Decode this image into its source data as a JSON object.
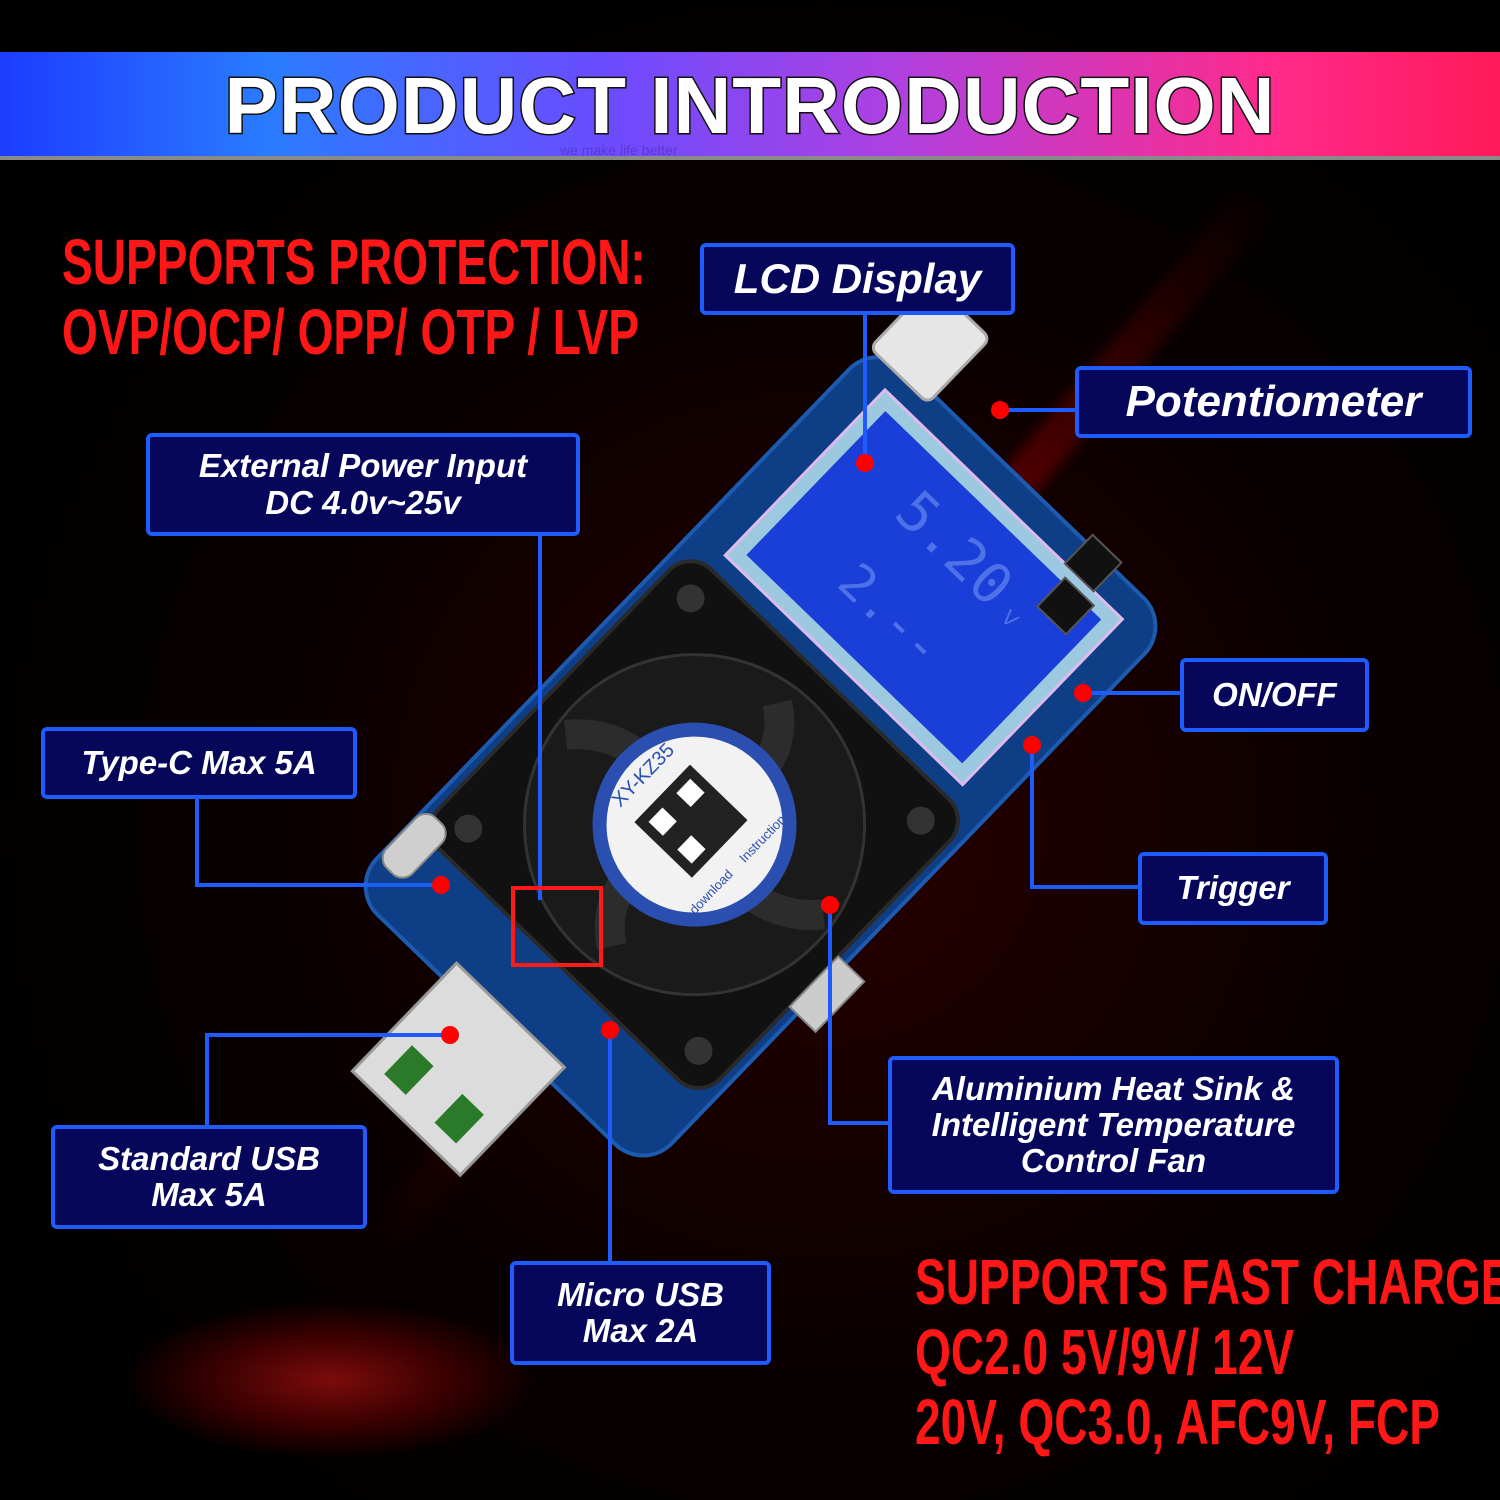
{
  "header": {
    "title": "PRODUCT INTRODUCTION",
    "subtitle": "we make life better"
  },
  "protection": {
    "line1": "SUPPORTS PROTECTION:",
    "line2": "OVP/OCP/ OPP/ OTP / LVP"
  },
  "fast_charge": {
    "line1": "SUPPORTS FAST CHARGE:",
    "line2": "QC2.0 5V/9V/ 12V",
    "line3": "20V, QC3.0,  AFC9V, FCP"
  },
  "callouts": {
    "lcd": {
      "line1": "LCD Display"
    },
    "potentiometer": {
      "line1": "Potentiometer"
    },
    "external_power": {
      "line1": "External Power Input",
      "line2": "DC 4.0v~25v"
    },
    "type_c": {
      "line1": "Type-C Max 5A"
    },
    "on_off": {
      "line1": "ON/OFF"
    },
    "trigger": {
      "line1": "Trigger"
    },
    "heat_sink": {
      "line1": "Aluminium Heat Sink &",
      "line2": "Intelligent Temperature",
      "line3": "Control Fan"
    },
    "standard_usb": {
      "line1": "Standard USB",
      "line2": "Max 5A"
    },
    "micro_usb": {
      "line1": "Micro USB",
      "line2": "Max 2A"
    }
  },
  "device": {
    "model": "XY-KZ35",
    "lcd_top": "5.20",
    "lcd_unit": "V",
    "lcd_bottom": "2.--",
    "fan_label_left": "download",
    "fan_label_right": "Instruction"
  },
  "colors": {
    "accent_red": "#ff1616",
    "callout_border": "#1e5cff",
    "callout_fill": "#06065a",
    "marker_dot": "#ff0000"
  }
}
